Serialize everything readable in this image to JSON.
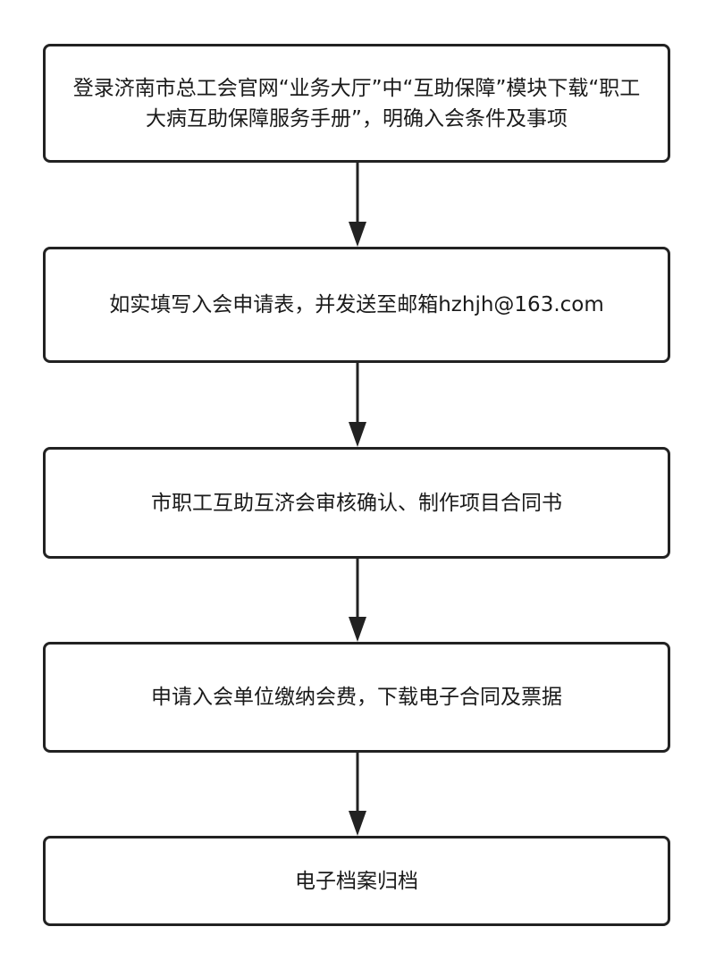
{
  "flow": {
    "steps": [
      {
        "label": "登录济南市总工会官网“业务大厅”中“互助保障”模块下载“职工大病互助保障服务手册”，明确入会条件及事项"
      },
      {
        "label": "如实填写入会申请表，并发送至邮箱hzhjh@163.com"
      },
      {
        "label": "市职工互助互济会审核确认、制作项目合同书"
      },
      {
        "label": "申请入会单位缴纳会费，下载电子合同及票据"
      },
      {
        "label": "电子档案归档"
      }
    ]
  },
  "colors": {
    "border": "#222222",
    "text": "#1a1a1a",
    "background": "#ffffff"
  }
}
